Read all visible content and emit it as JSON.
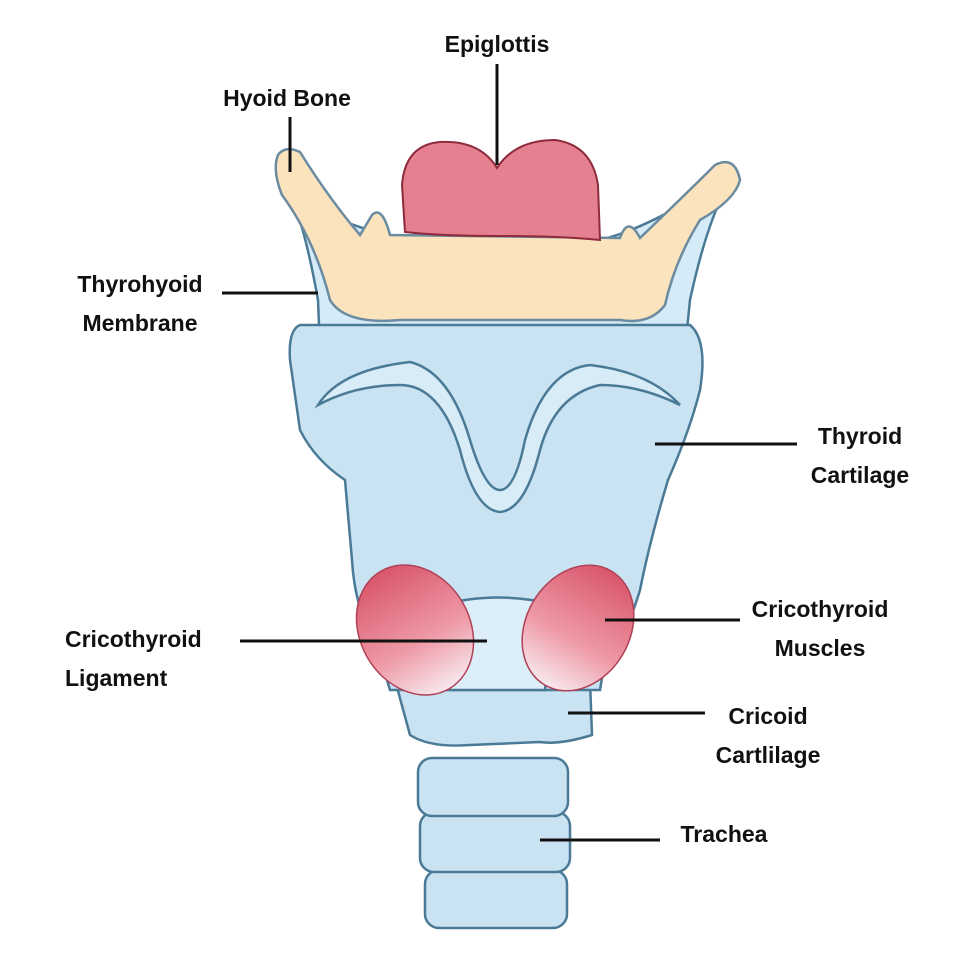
{
  "title": "Larynx anatomy",
  "labels": {
    "epiglottis": "Epiglottis",
    "hyoid_bone": "Hyoid Bone",
    "thyrohyoid": [
      "Thyrohyoid",
      "Membrane"
    ],
    "thyroid": [
      "Thyroid",
      "Cartilage"
    ],
    "cricothyroid_muscles": [
      "Cricothyroid",
      "Muscles"
    ],
    "cricothyroid_ligament": [
      "Cricothyroid",
      "Ligament"
    ],
    "cricoid": [
      "Cricoid",
      "Cartlilage"
    ],
    "trachea": "Trachea"
  },
  "colors": {
    "cartilage": "#c9e3f3",
    "outline": "#4a7a95",
    "hyoid": "#fbe3bd",
    "epiglottis": "#e4808f",
    "muscle": "#e26f80",
    "line": "#111111"
  }
}
